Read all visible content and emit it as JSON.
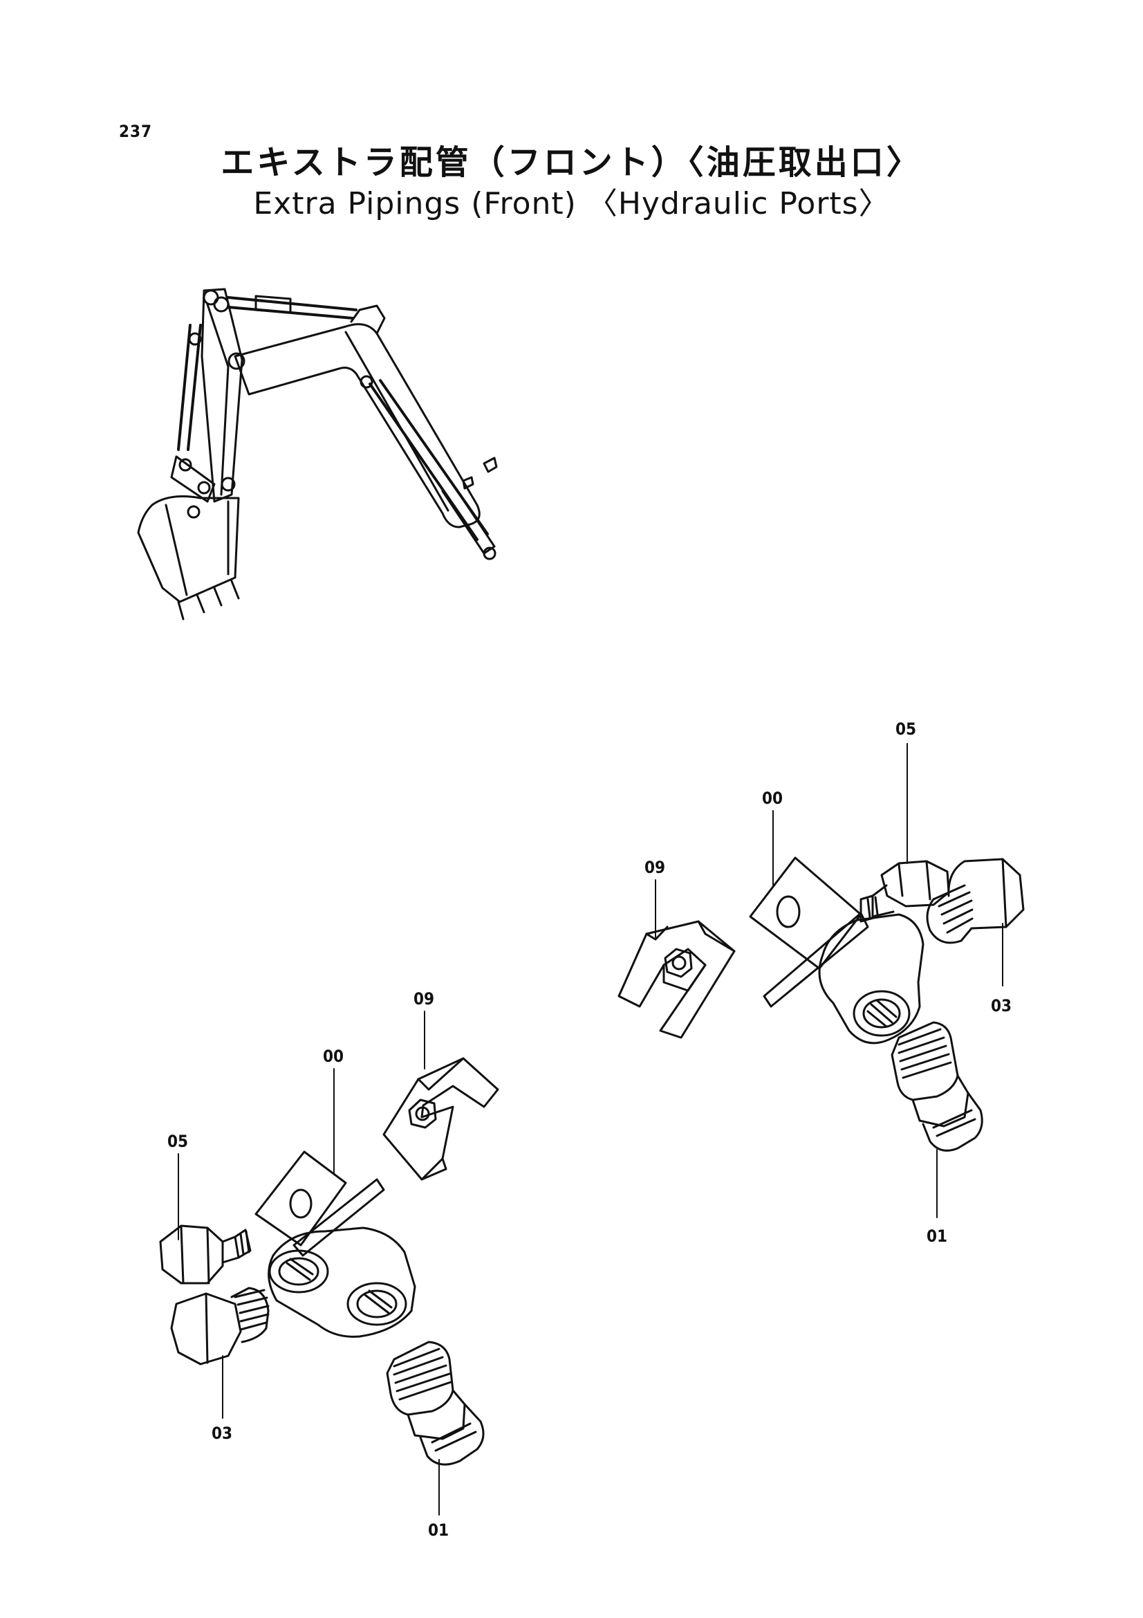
{
  "page": {
    "number": "237",
    "title_jp": "エキストラ配管（フロント）〈油圧取出口〉",
    "title_en": "Extra Pipings (Front) 〈Hydraulic Ports〉"
  },
  "callouts": {
    "right": {
      "p05": "05",
      "p00": "00",
      "p09": "09",
      "p03": "03",
      "p01": "01"
    },
    "left": {
      "p09": "09",
      "p00": "00",
      "p05": "05",
      "p03": "03",
      "p01": "01"
    }
  },
  "colors": {
    "line": "#111111",
    "background": "#ffffff"
  }
}
